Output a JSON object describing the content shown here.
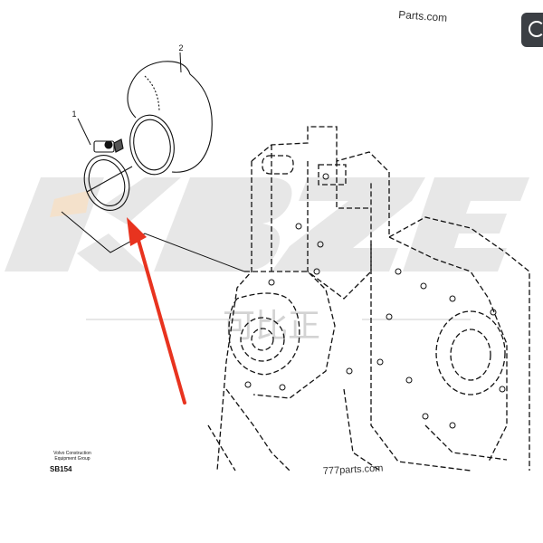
{
  "diagram": {
    "callouts": [
      {
        "label": "1"
      },
      {
        "label": "2"
      }
    ],
    "top_watermark": "Parts.com",
    "bottom_watermark": "777parts.com",
    "logo_letters": "KBZE",
    "logo_chinese": "可比正",
    "caption_lines": [
      "Volvo Construction",
      "Equipment Group"
    ],
    "sheet_code": "SB154",
    "arrow_color": "#e8331f",
    "line_color": "#111111",
    "watermark_color": "#c9c9c9"
  }
}
